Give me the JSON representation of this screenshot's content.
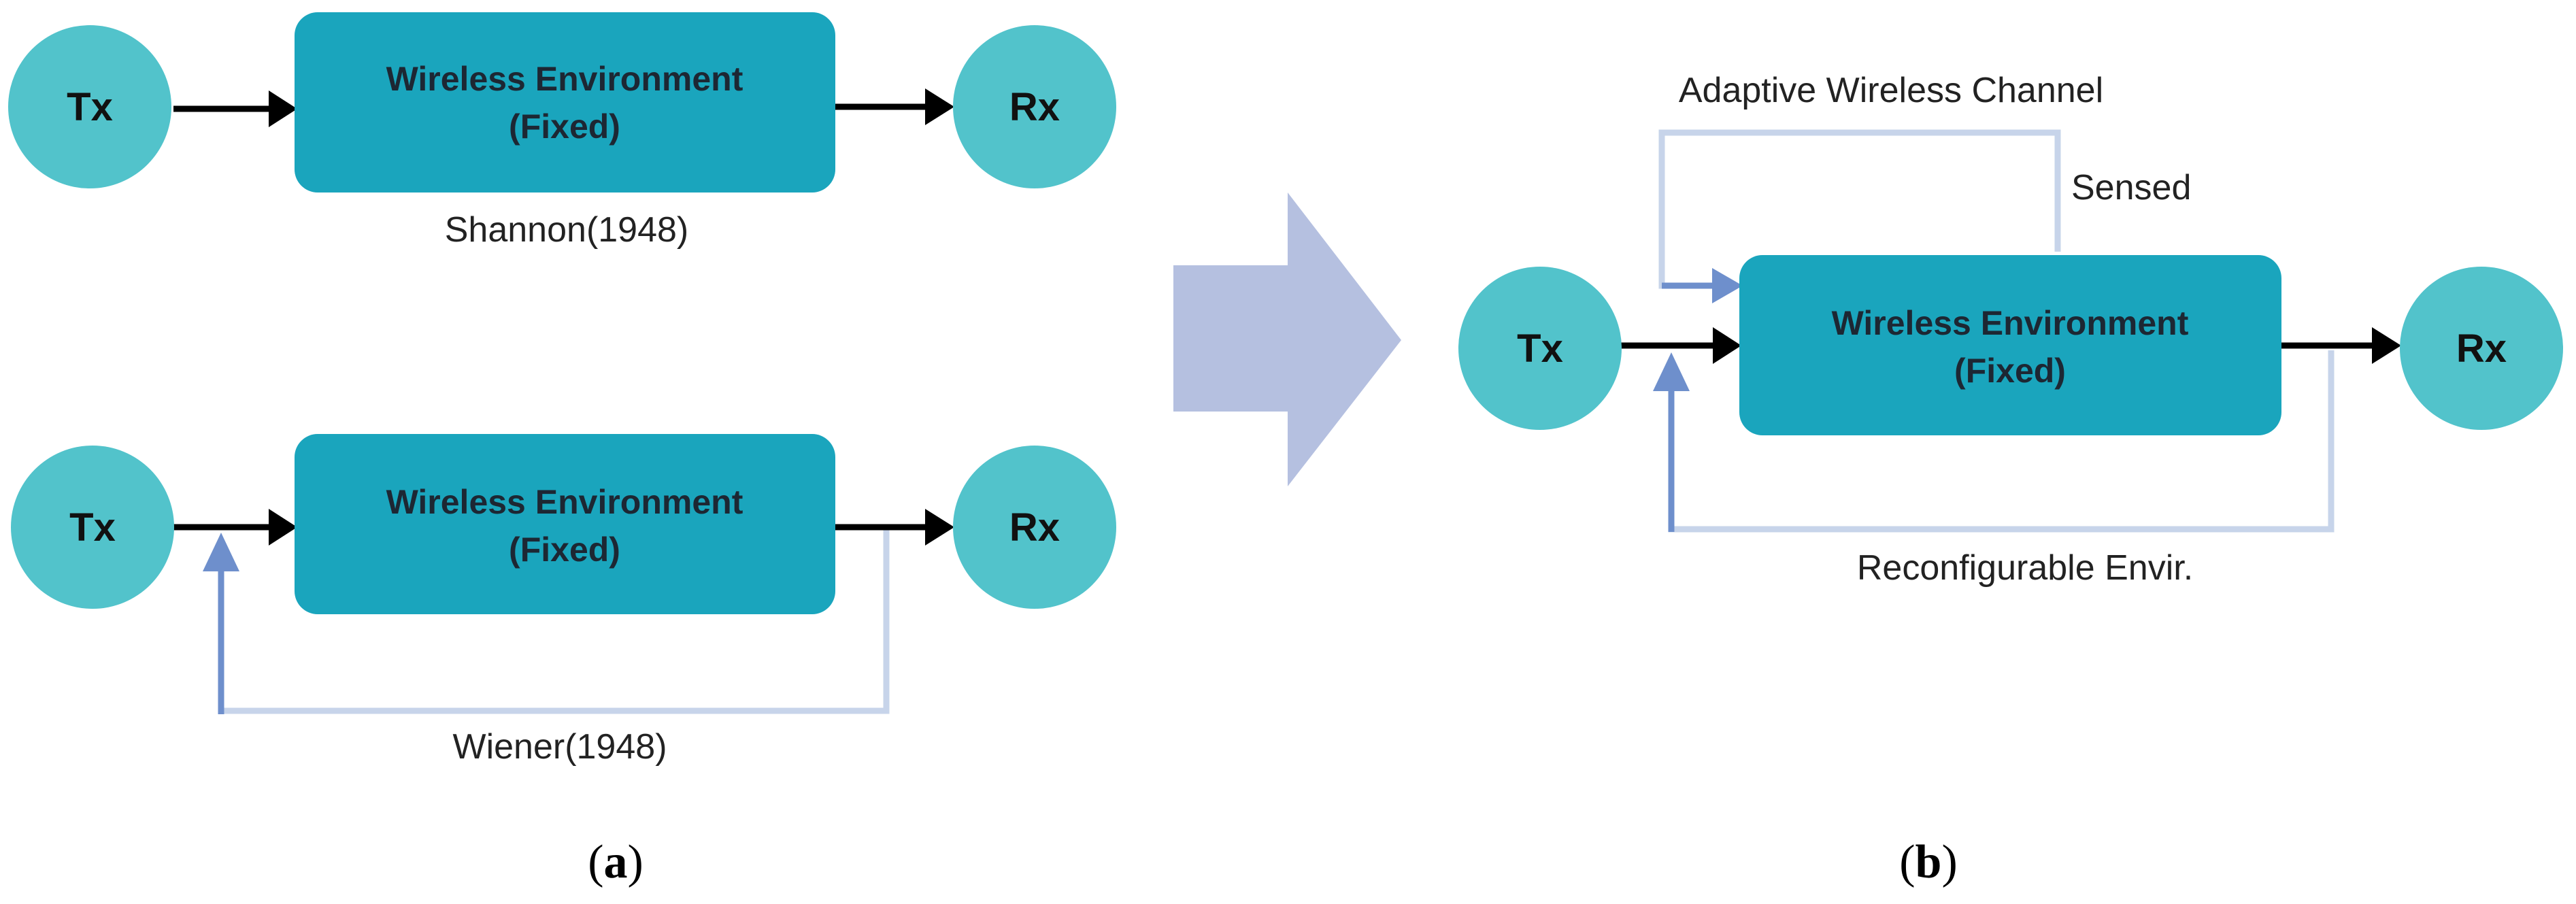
{
  "colors": {
    "node": "#52c3cb",
    "box": "#1aa5bd",
    "signal_arrow": "#000000",
    "feedback_arrow": "#6e8fcc",
    "feedback_line": "#c7d4ea",
    "transition_arrow": "#b5c0e0"
  },
  "panel_a": {
    "shannon": {
      "tx": "Tx",
      "rx": "Rx",
      "box_line1": "Wireless Environment",
      "box_line2": "(Fixed)",
      "caption": "Shannon(1948)"
    },
    "wiener": {
      "tx": "Tx",
      "rx": "Rx",
      "box_line1": "Wireless Environment",
      "box_line2": "(Fixed)",
      "caption": "Wiener(1948)"
    },
    "label_open": "(",
    "label_letter": "a",
    "label_close": ")"
  },
  "panel_b": {
    "tx": "Tx",
    "rx": "Rx",
    "box_line1": "Wireless Environment",
    "box_line2": "(Fixed)",
    "top_caption": "Adaptive Wireless Channel",
    "sensed": "Sensed",
    "bottom_caption": "Reconfigurable Envir.",
    "label_open": "(",
    "label_letter": "b",
    "label_close": ")"
  }
}
